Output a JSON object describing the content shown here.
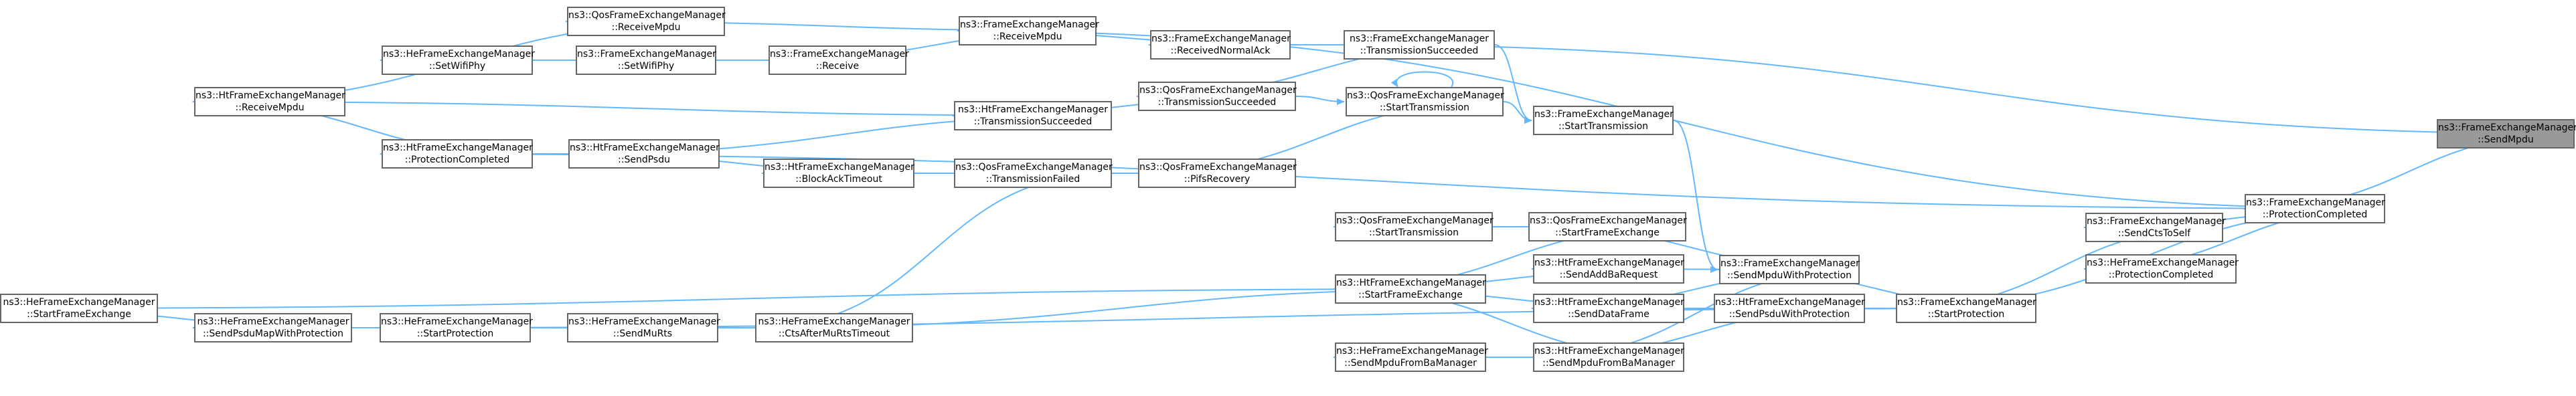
{
  "colors": {
    "edge": "#63b8ff",
    "node_border": "#666666",
    "current_fill": "#999999"
  },
  "nodes": [
    {
      "id": "fem_sendmpdu",
      "line1": "ns3::FrameExchangeManager",
      "line2": "::SendMpdu",
      "current": true
    },
    {
      "id": "fem_protectioncompleted",
      "line1": "ns3::FrameExchangeManager",
      "line2": "::ProtectionCompleted"
    },
    {
      "id": "fem_transmissionsucceeded",
      "line1": "ns3::FrameExchangeManager",
      "line2": "::TransmissionSucceeded"
    },
    {
      "id": "fem_receivempdu",
      "line1": "ns3::FrameExchangeManager",
      "line2": "::ReceiveMpdu"
    },
    {
      "id": "fem_receivednormalack",
      "line1": "ns3::FrameExchangeManager",
      "line2": "::ReceivedNormalAck"
    },
    {
      "id": "qfem_receivempdu",
      "line1": "ns3::QosFrameExchangeManager",
      "line2": "::ReceiveMpdu"
    },
    {
      "id": "htfem_receivempdu",
      "line1": "ns3::HtFrameExchangeManager",
      "line2": "::ReceiveMpdu"
    },
    {
      "id": "hefem_setwifiphy",
      "line1": "ns3::HeFrameExchangeManager",
      "line2": "::SetWifiPhy"
    },
    {
      "id": "fem_setwifiphy",
      "line1": "ns3::FrameExchangeManager",
      "line2": "::SetWifiPhy"
    },
    {
      "id": "fem_receive",
      "line1": "ns3::FrameExchangeManager",
      "line2": "::Receive"
    },
    {
      "id": "qfem_transmissionsucceeded",
      "line1": "ns3::QosFrameExchangeManager",
      "line2": "::TransmissionSucceeded"
    },
    {
      "id": "htfem_transmissionsucceeded",
      "line1": "ns3::HtFrameExchangeManager",
      "line2": "::TransmissionSucceeded"
    },
    {
      "id": "qfem_starttransmission",
      "line1": "ns3::QosFrameExchangeManager",
      "line2": "::StartTransmission"
    },
    {
      "id": "fem_starttransmission",
      "line1": "ns3::FrameExchangeManager",
      "line2": "::StartTransmission"
    },
    {
      "id": "htfem_protectioncompleted",
      "line1": "ns3::HtFrameExchangeManager",
      "line2": "::ProtectionCompleted"
    },
    {
      "id": "htfem_sendpsdu",
      "line1": "ns3::HtFrameExchangeManager",
      "line2": "::SendPsdu"
    },
    {
      "id": "htfem_blockacktimeout",
      "line1": "ns3::HtFrameExchangeManager",
      "line2": "::BlockAckTimeout"
    },
    {
      "id": "qfem_transmissionfailed",
      "line1": "ns3::QosFrameExchangeManager",
      "line2": "::TransmissionFailed"
    },
    {
      "id": "qfem_pifsrecovery",
      "line1": "ns3::QosFrameExchangeManager",
      "line2": "::PifsRecovery"
    },
    {
      "id": "fem_sendctstoself",
      "line1": "ns3::FrameExchangeManager",
      "line2": "::SendCtsToSelf"
    },
    {
      "id": "hefem_protectioncompleted",
      "line1": "ns3::HeFrameExchangeManager",
      "line2": "::ProtectionCompleted"
    },
    {
      "id": "fem_startprotection",
      "line1": "ns3::FrameExchangeManager",
      "line2": "::StartProtection"
    },
    {
      "id": "fem_sendmpduwithprotection",
      "line1": "ns3::FrameExchangeManager",
      "line2": "::SendMpduWithProtection"
    },
    {
      "id": "htfem_sendpsduwithprotection",
      "line1": "ns3::HtFrameExchangeManager",
      "line2": "::SendPsduWithProtection"
    },
    {
      "id": "qfem_startframeexchange",
      "line1": "ns3::QosFrameExchangeManager",
      "line2": "::StartFrameExchange"
    },
    {
      "id": "qfem_starttransmission_2",
      "line1": "ns3::QosFrameExchangeManager",
      "line2": "::StartTransmission"
    },
    {
      "id": "htfem_sendaddbarequest",
      "line1": "ns3::HtFrameExchangeManager",
      "line2": "::SendAddBaRequest"
    },
    {
      "id": "htfem_senddataframe",
      "line1": "ns3::HtFrameExchangeManager",
      "line2": "::SendDataFrame"
    },
    {
      "id": "htfem_sendmpdufrombamanager",
      "line1": "ns3::HtFrameExchangeManager",
      "line2": "::SendMpduFromBaManager"
    },
    {
      "id": "hefem_sendmpdufrombamanager",
      "line1": "ns3::HeFrameExchangeManager",
      "line2": "::SendMpduFromBaManager"
    },
    {
      "id": "htfem_startframeexchange",
      "line1": "ns3::HtFrameExchangeManager",
      "line2": "::StartFrameExchange"
    },
    {
      "id": "hefem_startframeexchange",
      "line1": "ns3::HeFrameExchangeManager",
      "line2": "::StartFrameExchange"
    },
    {
      "id": "hefem_sendpsdumapwithprotection",
      "line1": "ns3::HeFrameExchangeManager",
      "line2": "::SendPsduMapWithProtection"
    },
    {
      "id": "hefem_startprotection",
      "line1": "ns3::HeFrameExchangeManager",
      "line2": "::StartProtection"
    },
    {
      "id": "hefem_sendmurts",
      "line1": "ns3::HeFrameExchangeManager",
      "line2": "::SendMuRts"
    },
    {
      "id": "hefem_ctsaftermurtstimeout",
      "line1": "ns3::HeFrameExchangeManager",
      "line2": "::CtsAfterMuRtsTimeout"
    }
  ],
  "edges": [
    [
      "fem_protectioncompleted",
      "fem_sendmpdu"
    ],
    [
      "fem_transmissionsucceeded",
      "fem_sendmpdu"
    ],
    [
      "fem_receivempdu",
      "fem_protectioncompleted"
    ],
    [
      "htfem_protectioncompleted",
      "fem_protectioncompleted"
    ],
    [
      "fem_sendctstoself",
      "fem_protectioncompleted"
    ],
    [
      "hefem_protectioncompleted",
      "fem_protectioncompleted"
    ],
    [
      "fem_startprotection",
      "fem_protectioncompleted"
    ],
    [
      "fem_receivednormalack",
      "fem_transmissionsucceeded"
    ],
    [
      "qfem_transmissionsucceeded",
      "fem_transmissionsucceeded"
    ],
    [
      "fem_starttransmission",
      "fem_transmissionsucceeded"
    ],
    [
      "qfem_receivempdu",
      "fem_receivempdu"
    ],
    [
      "fem_receive",
      "fem_receivempdu"
    ],
    [
      "fem_receivempdu",
      "fem_receivednormalack"
    ],
    [
      "htfem_receivempdu",
      "qfem_receivempdu"
    ],
    [
      "hefem_setwifiphy",
      "fem_setwifiphy"
    ],
    [
      "fem_setwifiphy",
      "fem_receive"
    ],
    [
      "htfem_transmissionsucceeded",
      "qfem_transmissionsucceeded"
    ],
    [
      "qfem_starttransmission",
      "qfem_transmissionsucceeded"
    ],
    [
      "htfem_receivempdu",
      "htfem_transmissionsucceeded"
    ],
    [
      "htfem_sendpsdu",
      "htfem_transmissionsucceeded"
    ],
    [
      "qfem_starttransmission",
      "qfem_starttransmission"
    ],
    [
      "fem_starttransmission",
      "qfem_starttransmission"
    ],
    [
      "qfem_pifsrecovery",
      "qfem_starttransmission"
    ],
    [
      "fem_sendmpduwithprotection",
      "fem_starttransmission"
    ],
    [
      "htfem_starttransmission_dummy",
      "htfem_transmissionsucceeded"
    ],
    [
      "htfem_receivempdu",
      "htfem_protectioncompleted"
    ],
    [
      "htfem_protectioncompleted",
      "htfem_sendpsdu"
    ],
    [
      "htfem_sendpsdu",
      "htfem_blockacktimeout"
    ],
    [
      "htfem_blockacktimeout",
      "qfem_transmissionfailed"
    ],
    [
      "qfem_transmissionfailed",
      "qfem_pifsrecovery"
    ],
    [
      "fem_startprotection",
      "fem_sendctstoself"
    ],
    [
      "fem_sendmpduwithprotection",
      "fem_startprotection"
    ],
    [
      "htfem_sendpsduwithprotection",
      "fem_startprotection"
    ],
    [
      "hefem_startprotection",
      "fem_startprotection"
    ],
    [
      "qfem_startframeexchange",
      "fem_sendmpduwithprotection"
    ],
    [
      "htfem_sendaddbarequest",
      "fem_sendmpduwithprotection"
    ],
    [
      "htfem_senddataframe",
      "fem_sendmpduwithprotection"
    ],
    [
      "htfem_sendmpdufrombamanager",
      "fem_sendmpduwithprotection"
    ],
    [
      "htfem_senddataframe",
      "htfem_sendpsduwithprotection"
    ],
    [
      "htfem_sendmpdufrombamanager",
      "htfem_sendpsduwithprotection"
    ],
    [
      "qfem_starttransmission_2",
      "qfem_startframeexchange"
    ],
    [
      "htfem_startframeexchange",
      "qfem_startframeexchange"
    ],
    [
      "htfem_startframeexchange",
      "htfem_sendaddbarequest"
    ],
    [
      "htfem_startframeexchange",
      "htfem_senddataframe"
    ],
    [
      "htfem_startframeexchange",
      "htfem_sendmpdufrombamanager"
    ],
    [
      "hefem_sendmpdufrombamanager",
      "htfem_sendmpdufrombamanager"
    ],
    [
      "hefem_startframeexchange",
      "htfem_startframeexchange"
    ],
    [
      "hefem_ctsaftermurtstimeout",
      "htfem_startframeexchange"
    ],
    [
      "hefem_startframeexchange",
      "hefem_sendpsdumapwithprotection"
    ],
    [
      "hefem_sendpsdumapwithprotection",
      "hefem_startprotection"
    ],
    [
      "hefem_startprotection",
      "hefem_sendmurts"
    ],
    [
      "hefem_sendmurts",
      "hefem_ctsaftermurtstimeout"
    ],
    [
      "hefem_ctsaftermurtstimeout",
      "qfem_transmissionfailed"
    ]
  ]
}
